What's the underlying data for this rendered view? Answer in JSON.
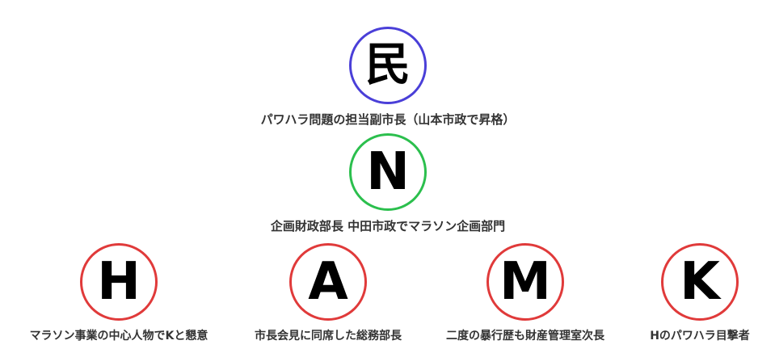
{
  "colors": {
    "blue_ring": "#4a3fd8",
    "green_ring": "#2bbf4d",
    "red_ring": "#e03a3a"
  },
  "nodes": {
    "top": {
      "letter": "民",
      "caption": "パワハラ問題の担当副市長（山本市政で昇格）"
    },
    "middle": {
      "letter": "N",
      "caption": "企画財政部長 中田市政でマラソン企画部門"
    },
    "h": {
      "letter": "H",
      "caption": "マラソン事業の中心人物でKと懇意"
    },
    "a": {
      "letter": "A",
      "caption": "市長会見に同席した総務部長"
    },
    "m": {
      "letter": "M",
      "caption": "二度の暴行歴も財産管理室次長"
    },
    "k": {
      "letter": "K",
      "caption": "Hのパワハラ目撃者"
    }
  }
}
